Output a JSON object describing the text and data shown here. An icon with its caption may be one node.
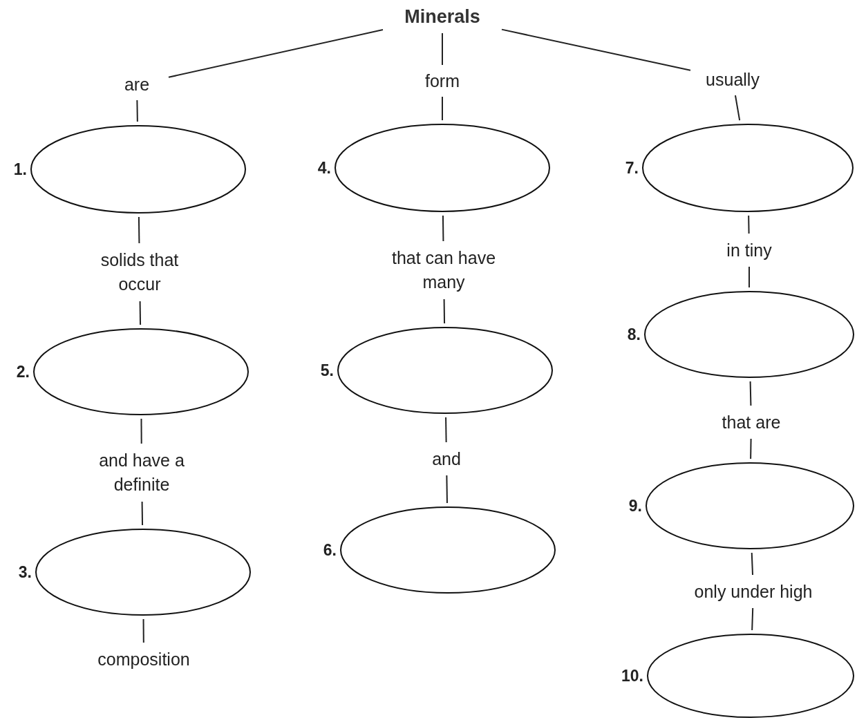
{
  "diagram": {
    "nodes": [
      {
        "text": [
          "Minerals"
        ]
      },
      {
        "text": [
          "are"
        ]
      },
      {
        "text": [],
        "shape": "ellipse",
        "beside": [
          "1."
        ]
      },
      {
        "text": [
          "solids that occur"
        ]
      },
      {
        "text": [],
        "shape": "ellipse",
        "beside": [
          "2."
        ]
      },
      {
        "text": [
          "and have a definite"
        ]
      },
      {
        "text": [],
        "shape": "ellipse",
        "beside": [
          "3."
        ]
      },
      {
        "text": [
          "composition"
        ]
      },
      {
        "text": [
          "form"
        ]
      },
      {
        "text": [],
        "shape": "ellipse",
        "beside": [
          "4."
        ]
      },
      {
        "text": [
          "that can have many"
        ]
      },
      {
        "text": [],
        "shape": "ellipse",
        "beside": [
          "5."
        ]
      },
      {
        "text": [
          "and"
        ]
      },
      {
        "text": [],
        "shape": "ellipse",
        "beside": [
          "6."
        ]
      },
      {
        "text": [
          "usually"
        ]
      },
      {
        "text": [],
        "shape": "ellipse",
        "beside": [
          "7."
        ]
      },
      {
        "text": [
          "in tiny"
        ]
      },
      {
        "text": [],
        "shape": "ellipse",
        "beside": [
          "8."
        ]
      },
      {
        "text": [
          "that are"
        ]
      },
      {
        "text": [],
        "shape": "ellipse",
        "beside": [
          "9."
        ]
      },
      {
        "text": [
          "only under high"
        ]
      },
      {
        "text": [],
        "shape": "ellipse",
        "beside": [
          "10."
        ]
      }
    ],
    "edges": [
      {
        "from": 0,
        "to": 1,
        "arrow": "none"
      },
      {
        "from": 0,
        "to": 8,
        "arrow": "none"
      },
      {
        "from": 0,
        "to": 14,
        "arrow": "none"
      },
      {
        "from": 1,
        "to": 2,
        "arrow": "none"
      },
      {
        "from": 2,
        "to": 3,
        "arrow": "none"
      },
      {
        "from": 3,
        "to": 4,
        "arrow": "none"
      },
      {
        "from": 4,
        "to": 5,
        "arrow": "none"
      },
      {
        "from": 5,
        "to": 6,
        "arrow": "none"
      },
      {
        "from": 6,
        "to": 7,
        "arrow": "none"
      },
      {
        "from": 8,
        "to": 9,
        "arrow": "none"
      },
      {
        "from": 9,
        "to": 10,
        "arrow": "none"
      },
      {
        "from": 10,
        "to": 11,
        "arrow": "none"
      },
      {
        "from": 11,
        "to": 12,
        "arrow": "none"
      },
      {
        "from": 12,
        "to": 13,
        "arrow": "none"
      },
      {
        "from": 14,
        "to": 15,
        "arrow": "none"
      },
      {
        "from": 15,
        "to": 16,
        "arrow": "none"
      },
      {
        "from": 16,
        "to": 17,
        "arrow": "none"
      },
      {
        "from": 17,
        "to": 18,
        "arrow": "none"
      },
      {
        "from": 18,
        "to": 19,
        "arrow": "none"
      },
      {
        "from": 19,
        "to": 20,
        "arrow": "none"
      },
      {
        "from": 20,
        "to": 21,
        "arrow": "none"
      }
    ]
  }
}
